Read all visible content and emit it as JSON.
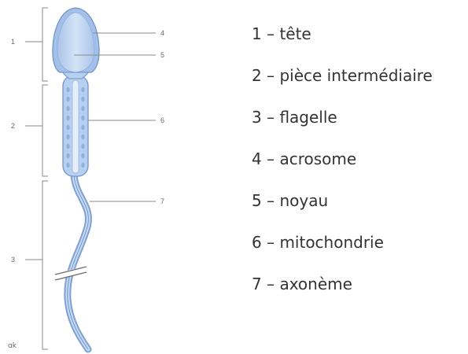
{
  "diagram": {
    "region_numbers": [
      "1",
      "2",
      "3"
    ],
    "callout_numbers": [
      "4",
      "5",
      "6",
      "7"
    ],
    "credit": "ɑk",
    "colors": {
      "body_fill": "#bcd3ef",
      "body_stroke": "#6f95c9",
      "dots": "#8fb0da",
      "lines": "#8a8a8a"
    }
  },
  "legend": [
    {
      "number": "1",
      "term": "tête",
      "text": "1 – tête"
    },
    {
      "number": "2",
      "term": "pièce intermédiaire",
      "text": "2 – pièce intermédiaire"
    },
    {
      "number": "3",
      "term": "flagelle",
      "text": "3 – flagelle"
    },
    {
      "number": "4",
      "term": "acrosome",
      "text": "4 – acrosome"
    },
    {
      "number": "5",
      "term": "noyau",
      "text": "5 – noyau"
    },
    {
      "number": "6",
      "term": "mitochondrie",
      "text": "6 – mitochondrie"
    },
    {
      "number": "7",
      "term": "axonème",
      "text": "7 – axonème"
    }
  ]
}
